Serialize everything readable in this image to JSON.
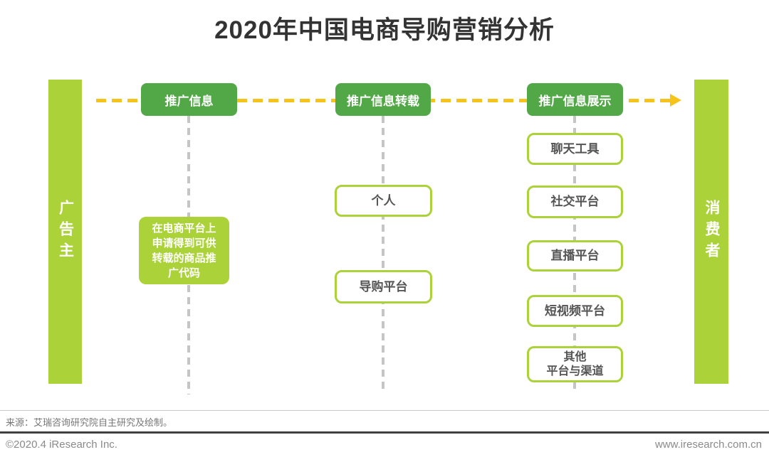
{
  "title": "2020年中国电商导购营销分析",
  "colors": {
    "stage_green": "#52a846",
    "accent_light_green": "#abd239",
    "arrow_yellow": "#f5c319",
    "connector_gray": "#c5c5c5"
  },
  "left_bar": {
    "label": "广告主"
  },
  "right_bar": {
    "label": "消费者"
  },
  "flow": {
    "stages": [
      {
        "label": "推广信息"
      },
      {
        "label": "推广信息转载"
      },
      {
        "label": "推广信息展示"
      }
    ]
  },
  "columns": {
    "advertiser_note": "在电商平台上\n申请得到可供\n转载的商品推\n广代码",
    "repost_items": [
      {
        "label": "个人"
      },
      {
        "label": "导购平台"
      }
    ],
    "display_items": [
      {
        "label": "聊天工具"
      },
      {
        "label": "社交平台"
      },
      {
        "label": "直播平台"
      },
      {
        "label": "短视频平台"
      },
      {
        "label": "其他\n平台与渠道"
      }
    ]
  },
  "source_note": "来源：艾瑞咨询研究院自主研究及绘制。",
  "footer": {
    "left": "©2020.4 iResearch Inc.",
    "right": "www.iresearch.com.cn"
  }
}
